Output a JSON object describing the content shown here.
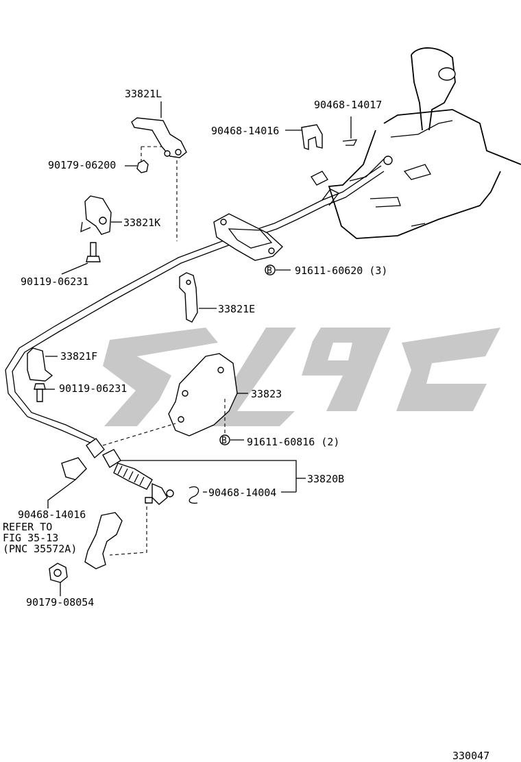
{
  "labels": {
    "p33821L": "33821L",
    "p90468_14017": "90468-14017",
    "p90468_14016_top": "90468-14016",
    "p90179_06200": "90179-06200",
    "p33821K": "33821K",
    "p90119_06231_a": "90119-06231",
    "p91611_60620": "91611-60620 (3)",
    "p33821E": "33821E",
    "p33821F": "33821F",
    "p90119_06231_b": "90119-06231",
    "p33823": "33823",
    "p91611_60816": "91611-60816 (2)",
    "p33820B": "33820B",
    "p90468_14004": "90468-14004",
    "p90468_14016_low": "90468-14016",
    "refer_1": "REFER TO",
    "refer_2": "FIG 35-13",
    "refer_3": "(PNC 35572A)",
    "p90179_08054": "90179-08054",
    "fig_number": "330047",
    "bolt_mark_1": "B",
    "bolt_mark_2": "B"
  },
  "colors": {
    "line": "#000000",
    "watermark": "#c8c8c8",
    "background": "#ffffff"
  }
}
